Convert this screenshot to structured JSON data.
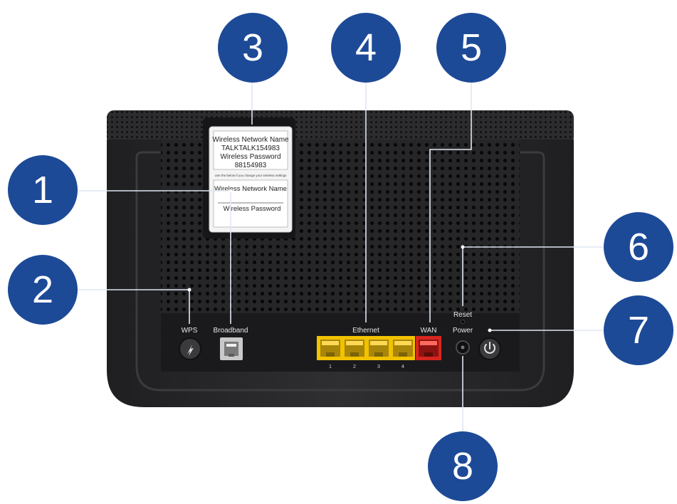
{
  "colors": {
    "callout": "#1d4a97",
    "router_body": "#2a2a2c",
    "ethernet_port": "#f2c200",
    "wan_port": "#d8261f"
  },
  "callouts": [
    {
      "number": "1",
      "target": "broadband-port"
    },
    {
      "number": "2",
      "target": "wps-button"
    },
    {
      "number": "3",
      "target": "wireless-details-label"
    },
    {
      "number": "4",
      "target": "ethernet-ports"
    },
    {
      "number": "5",
      "target": "wan-port"
    },
    {
      "number": "6",
      "target": "reset-button"
    },
    {
      "number": "7",
      "target": "power-button"
    },
    {
      "number": "8",
      "target": "power-socket"
    }
  ],
  "sticker": {
    "line1": "Wireless Network Name",
    "line2": "TALKTALK154983",
    "line3": "Wireless Password",
    "line4": "88154983",
    "note": "Use the below if you change your wireless settings",
    "field1": "Wireless Network Name",
    "field2": "Wireless Password"
  },
  "labels": {
    "wps": "WPS",
    "broadband": "Broadband",
    "ethernet": "Ethernet",
    "wan": "WAN",
    "reset": "Reset",
    "power": "Power"
  },
  "ethernet_port_numbers": [
    "1",
    "2",
    "3",
    "4"
  ]
}
